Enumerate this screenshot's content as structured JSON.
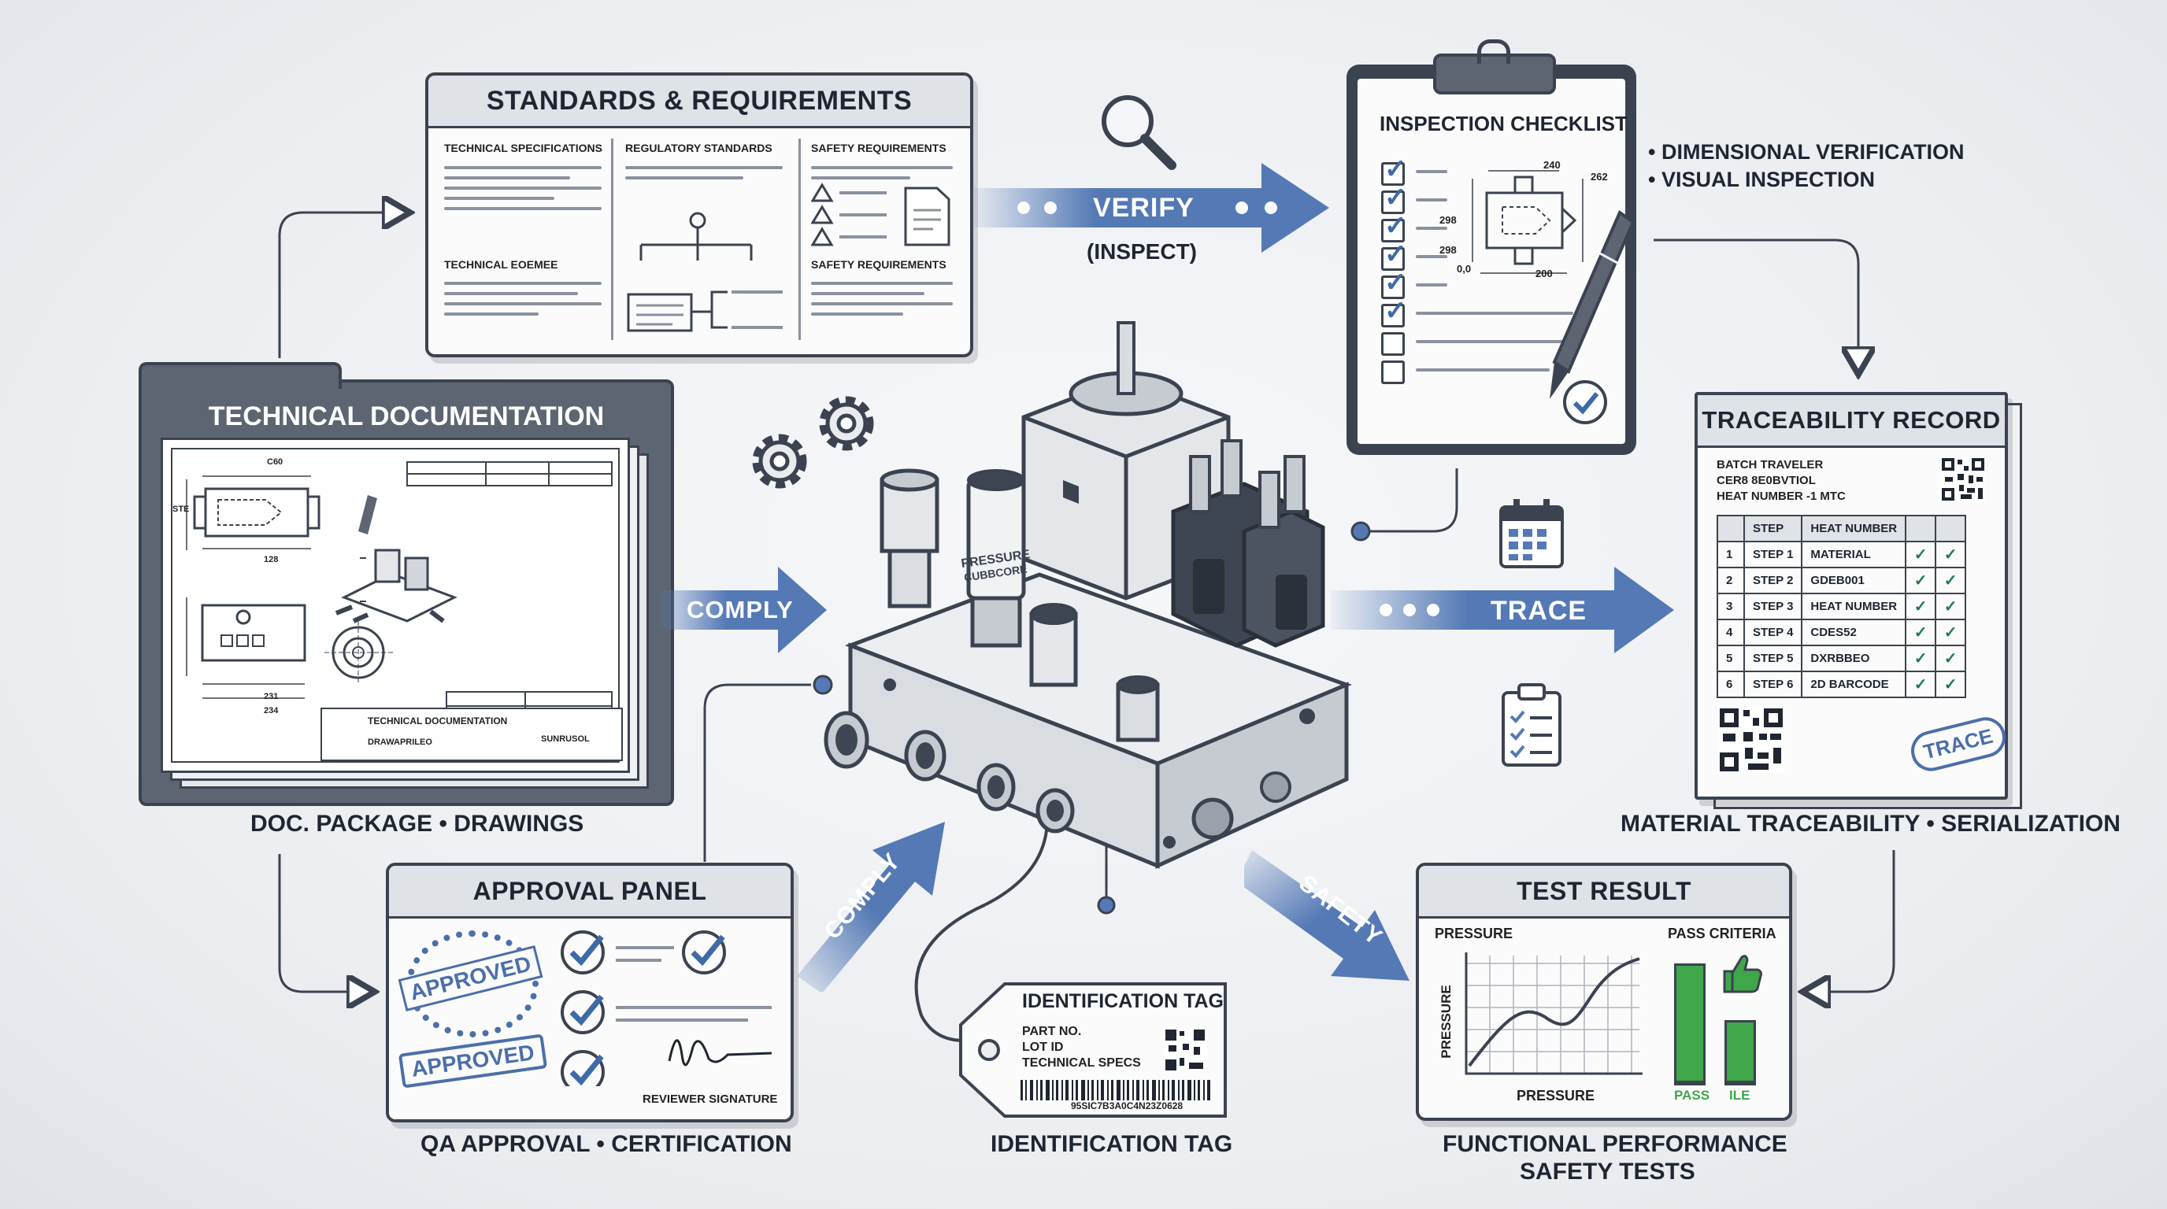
{
  "standards": {
    "title": "STANDARDS & REQUIREMENTS",
    "col1_heading": "TECHNICAL SPECIFICATIONS",
    "col1_sub": "TECHNICAL EOEMEE",
    "col2_heading": "REGULATORY STANDARDS",
    "col3_heading": "SAFETY REQUIREMENTS",
    "col3_sub": "SAFETY REQUIREMENTS"
  },
  "verify": {
    "label": "VERIFY",
    "sub": "(INSPECT)"
  },
  "checklist": {
    "title": "INSPECTION CHECKLIST",
    "dim_top": "240",
    "dim_right": "262",
    "dim_left1": "298",
    "dim_left2": "298",
    "dim_zero": "0,0",
    "dim_bottom": "200",
    "checked_count": 6,
    "total_count": 8,
    "notes": [
      "• DIMENSIONAL VERIFICATION",
      "• VISUAL INSPECTION"
    ]
  },
  "techdoc": {
    "title": "TECHNICAL DOCUMENTATION",
    "caption": "DOC. PACKAGE • DRAWINGS",
    "block_title": "TECHNICAL DOCUMENTATION",
    "block_sub": "DRAWAPRILEO",
    "block_code": "SUNRUSOL",
    "dim_top": "C60",
    "dim_left": "STE",
    "dim_bottom": "128",
    "dim_bottom2": "231",
    "dim_bottom3": "234"
  },
  "comply_arrow": {
    "label": "COMPLY"
  },
  "comply_arrow_diag": {
    "label": "COMPLY"
  },
  "trace_arrow": {
    "label": "TRACE"
  },
  "safety_arrow": {
    "label": "SAFETY"
  },
  "component": {
    "sensor_text_1": "PRESSURE",
    "sensor_text_2": "CUBBCORE"
  },
  "traceability": {
    "title": "TRACEABILITY RECORD",
    "header_lines": [
      "BATCH TRAVELER",
      "CER8 8E0BVTIOL",
      "HEAT NUMBER -1 MTC"
    ],
    "table_headers": [
      "",
      "STEP",
      "HEAT NUMBER",
      "",
      ""
    ],
    "rows": [
      {
        "n": "1",
        "step": "STEP 1",
        "val": "MATERIAL"
      },
      {
        "n": "2",
        "step": "STEP 2",
        "val": "GDEB001"
      },
      {
        "n": "3",
        "step": "STEP 3",
        "val": "HEAT NUMBER"
      },
      {
        "n": "4",
        "step": "STEP 4",
        "val": "CDES52"
      },
      {
        "n": "5",
        "step": "STEP 5",
        "val": "DXRBBEO"
      },
      {
        "n": "6",
        "step": "STEP 6",
        "val": "2D BARCODE"
      }
    ],
    "stamp": "TRACE",
    "caption": "MATERIAL TRACEABILITY • SERIALIZATION"
  },
  "approval": {
    "title": "APPROVAL PANEL",
    "stamp1": "APPROVED",
    "stamp2": "APPROVED",
    "signature_label": "REVIEWER SIGNATURE",
    "caption": "QA APPROVAL • CERTIFICATION"
  },
  "idtag": {
    "title": "IDENTIFICATION TAG",
    "lines": [
      "PART NO.",
      "LOT ID",
      "TECHNICAL SPECS"
    ],
    "barcode_text": "95SIC7B3A0C4N23Z0628",
    "caption": "IDENTIFICATION TAG"
  },
  "test": {
    "title": "TEST RESULT",
    "chart_title": "PRESSURE",
    "y_label": "PRESSURE",
    "x_label": "PRESSURE",
    "pass_criteria": "PASS CRITERIA",
    "bar1_label": "PASS",
    "bar2_label": "ILE",
    "caption_line1": "FUNCTIONAL PERFORMANCE",
    "caption_line2": "SAFETY TESTS",
    "bar1_level": 0.95,
    "bar2_level": 0.5
  },
  "colors": {
    "arrow_blue": "#5479b5",
    "ink": "#3b4350",
    "pass_green": "#3fa64a",
    "check_blue": "#3e6aa6",
    "stamp_blue": "#4b6fa8"
  }
}
